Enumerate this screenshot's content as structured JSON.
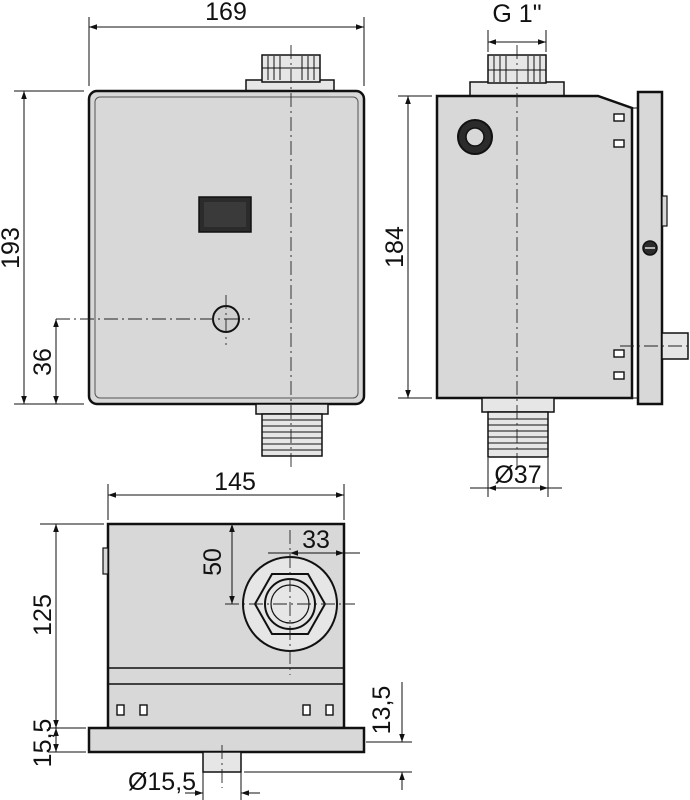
{
  "colors": {
    "body_fill": "#d8d8d8",
    "body_stroke": "#111111",
    "thread_fill": "#e6e6e6",
    "sensor_window": "#2b2b2b",
    "background": "#ffffff"
  },
  "dimensions": {
    "front_width": "169",
    "front_height": "193",
    "sensor_height": "36",
    "thread": "G 1\"",
    "side_height": "184",
    "outlet_diameter": "Ø37",
    "bottom_width": "145",
    "bottom_depth": "125",
    "outlet_offset_y": "50",
    "outlet_offset_x": "33",
    "plate_thickness": "15,5",
    "plate_offset": "13,5",
    "pin_diameter": "Ø15,5"
  },
  "icons": [
    "sensor-window-icon",
    "screw-icon"
  ]
}
